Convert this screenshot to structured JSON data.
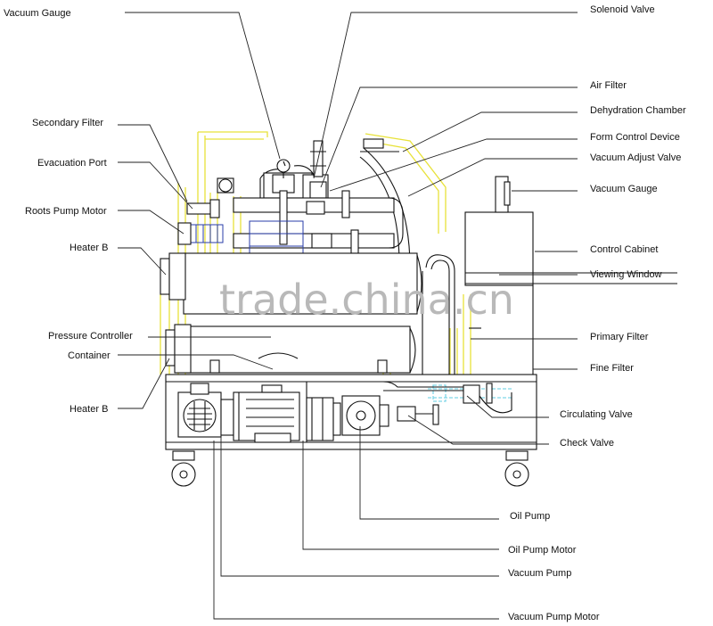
{
  "labels": {
    "vacuum_gauge_top": "Vacuum Gauge",
    "solenoid_valve": "Solenoid Valve",
    "air_filter": "Air Filter",
    "dehydration_chamber": "Dehydration Chamber",
    "form_control_device": "Form Control Device",
    "vacuum_adjust_valve": "Vacuum Adjust Valve",
    "vacuum_gauge_right": "Vacuum Gauge",
    "control_cabinet": "Control Cabinet",
    "viewing_window": "Viewing Window",
    "primary_filter": "Primary Filter",
    "fine_filter": "Fine Filter",
    "circulating_valve": "Circulating Valve",
    "check_valve": "Check Valve",
    "oil_pump": "Oil Pump",
    "oil_pump_motor": "Oil Pump Motor",
    "vacuum_pump": "Vacuum Pump",
    "vacuum_pump_motor": "Vacuum Pump Motor",
    "secondary_filter": "Secondary Filter",
    "evacuation_port": "Evacuation Port",
    "roots_pump_motor": "Roots Pump Motor",
    "heater_b_upper": "Heater B",
    "pressure_controller": "Pressure Controller",
    "container": "Container",
    "heater_b_lower": "Heater B"
  },
  "watermark": "trade.china.cn",
  "colors": {
    "outline": "#111111",
    "pipe_yellow": "#e8e23a",
    "pipe_cyan": "#7fd6e8",
    "motor_blue": "#2a3ea8",
    "watermark": "#b9b9b9"
  }
}
